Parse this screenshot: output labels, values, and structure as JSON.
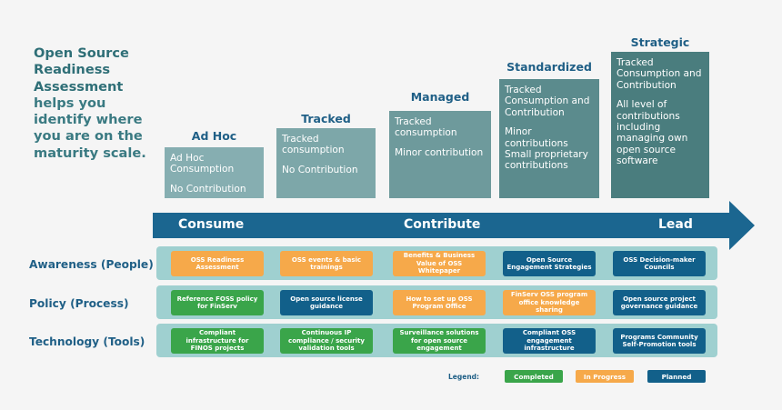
{
  "intro": {
    "bold_text": "Open Source Readiness Assessment",
    "rest_text": "helps you identify where you are on the maturity scale."
  },
  "levels": [
    {
      "title": "Ad Hoc",
      "lines": [
        "Ad Hoc Consumption",
        "No Contribution"
      ],
      "color": "#86aeb1"
    },
    {
      "title": "Tracked",
      "lines": [
        "Tracked consumption",
        "No Contribution"
      ],
      "color": "#7da7a9"
    },
    {
      "title": "Managed",
      "lines": [
        "Tracked consumption",
        "Minor contribution"
      ],
      "color": "#6e9a9c"
    },
    {
      "title": "Standardized",
      "lines": [
        "Tracked Consumption and Contribution",
        "Minor contributions Small proprietary contributions"
      ],
      "color": "#5b8b8d"
    },
    {
      "title": "Strategic",
      "lines": [
        "Tracked Consumption and Contribution",
        "All level of contributions including managing own open source software"
      ],
      "color": "#4a7d7e"
    }
  ],
  "arrow": {
    "labels": [
      "Consume",
      "Contribute",
      "Lead"
    ],
    "color": "#1b6690"
  },
  "rows": [
    {
      "label": "Awareness (People)",
      "cells": [
        {
          "text": "OSS Readiness Assessment",
          "status": "in_progress"
        },
        {
          "text": "OSS events & basic trainings",
          "status": "in_progress"
        },
        {
          "text": "Benefits & Business Value of OSS Whitepaper",
          "status": "in_progress"
        },
        {
          "text": "Open Source Engagement Strategies",
          "status": "planned"
        },
        {
          "text": "OSS Decision-maker Councils",
          "status": "planned"
        }
      ]
    },
    {
      "label": "Policy (Process)",
      "cells": [
        {
          "text": "Reference FOSS policy for FinServ",
          "status": "completed"
        },
        {
          "text": "Open source license guidance",
          "status": "planned"
        },
        {
          "text": "How to set up OSS Program Office",
          "status": "in_progress"
        },
        {
          "text": "FinServ OSS program office knowledge sharing",
          "status": "in_progress"
        },
        {
          "text": "Open source project governance guidance",
          "status": "planned"
        }
      ]
    },
    {
      "label": "Technology (Tools)",
      "cells": [
        {
          "text": "Compliant infrastructure for FINOS projects",
          "status": "completed"
        },
        {
          "text": "Continuous IP compliance / security validation tools",
          "status": "completed"
        },
        {
          "text": "Surveillance solutions for open source engagement",
          "status": "completed"
        },
        {
          "text": "Compliant  OSS engagement infrastructure",
          "status": "planned"
        },
        {
          "text": "Programs Community Self-Promotion tools",
          "status": "planned"
        }
      ]
    }
  ],
  "legend": {
    "label": "Legend:",
    "items": [
      {
        "text": "Completed",
        "status": "completed"
      },
      {
        "text": "In Progress",
        "status": "in_progress"
      },
      {
        "text": "Planned",
        "status": "planned"
      }
    ]
  },
  "status_colors": {
    "completed": "#3aa54a",
    "in_progress": "#f6a94a",
    "planned": "#12608a"
  }
}
